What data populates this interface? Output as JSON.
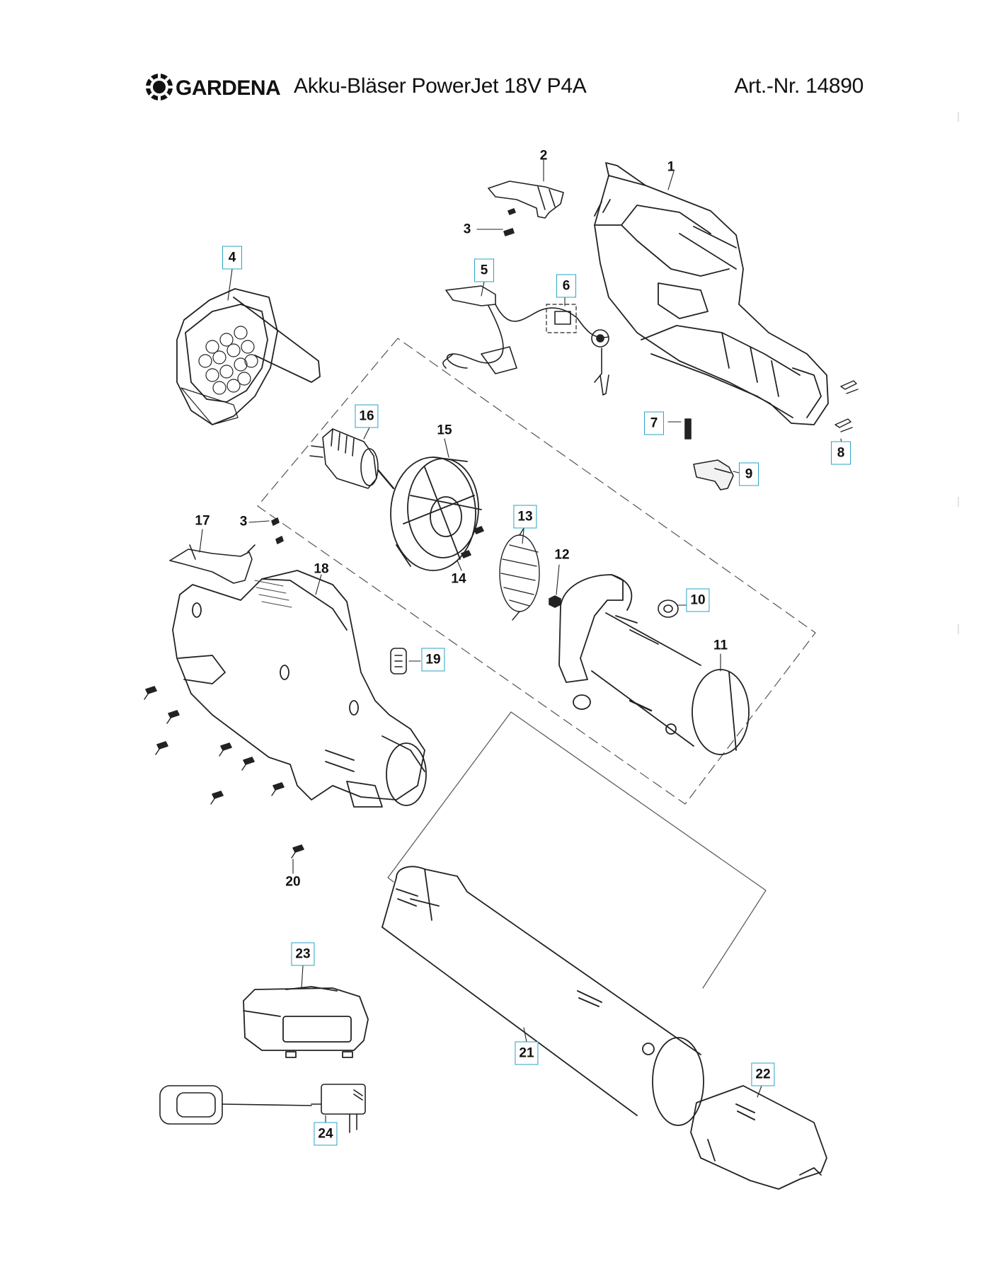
{
  "header": {
    "brand": "GARDENA",
    "product": "Akku-Bläser PowerJet 18V P4A",
    "article": "Art.-Nr. 14890"
  },
  "parts": [
    {
      "num": "1",
      "boxed": false
    },
    {
      "num": "2",
      "boxed": false
    },
    {
      "num": "3",
      "boxed": false
    },
    {
      "num": "4",
      "boxed": true
    },
    {
      "num": "5",
      "boxed": true
    },
    {
      "num": "6",
      "boxed": true
    },
    {
      "num": "7",
      "boxed": true
    },
    {
      "num": "8",
      "boxed": true
    },
    {
      "num": "9",
      "boxed": true
    },
    {
      "num": "10",
      "boxed": true
    },
    {
      "num": "11",
      "boxed": false
    },
    {
      "num": "12",
      "boxed": false
    },
    {
      "num": "13",
      "boxed": true
    },
    {
      "num": "14",
      "boxed": false
    },
    {
      "num": "15",
      "boxed": false
    },
    {
      "num": "16",
      "boxed": true
    },
    {
      "num": "17",
      "boxed": false
    },
    {
      "num": "18",
      "boxed": false
    },
    {
      "num": "19",
      "boxed": true
    },
    {
      "num": "20",
      "boxed": false
    },
    {
      "num": "21",
      "boxed": true
    },
    {
      "num": "22",
      "boxed": true
    },
    {
      "num": "23",
      "boxed": true
    },
    {
      "num": "24",
      "boxed": true
    }
  ],
  "colors": {
    "label_box": "#2aa3c4",
    "line": "#222222",
    "dash": "#555555"
  }
}
